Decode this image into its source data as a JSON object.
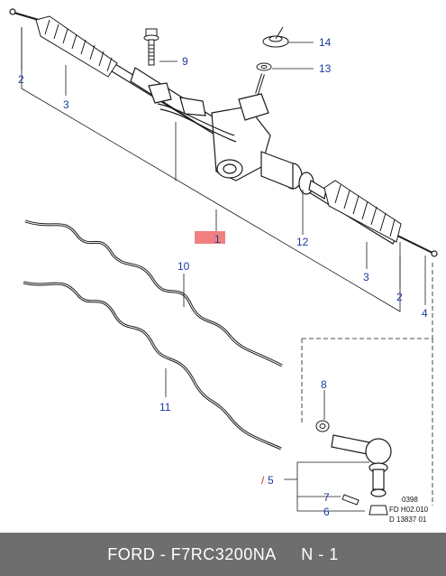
{
  "callouts": {
    "c1": "1",
    "c2_left": "2",
    "c2_right": "2",
    "c3_left": "3",
    "c3_right": "3",
    "c4": "4",
    "c5": "5",
    "c6": "6",
    "c7": "7",
    "c8": "8",
    "c9": "9",
    "c10": "10",
    "c11": "11",
    "c12": "12",
    "c13": "13",
    "c14": "14"
  },
  "c5_marker": "/",
  "reference": {
    "line1": "0398",
    "line2": "FD H02.010",
    "line3": "D 13837 01"
  },
  "footer": {
    "brand": "FORD",
    "part_number": "F7RC3200NA",
    "position": "N - 1"
  },
  "colors": {
    "callout": "#1a3aa0",
    "highlight": "#f08080",
    "footer_bg": "#6e6e6e",
    "footer_text": "#ffffff",
    "marker": "#d02020"
  }
}
